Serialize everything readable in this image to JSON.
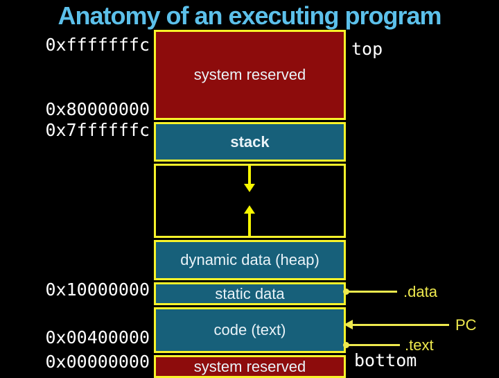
{
  "title": "Anatomy of an executing program",
  "address_labels": [
    "0xfffffffc",
    "0x80000000",
    "0x7ffffffc",
    "0x10000000",
    "0x00400000",
    "0x00000000"
  ],
  "regions": {
    "system_reserved_top": "system reserved",
    "stack": "stack",
    "heap": "dynamic data (heap)",
    "static_data": "static data",
    "code": "code (text)",
    "system_reserved_bottom": "system reserved"
  },
  "markers": {
    "top": "top",
    "bottom": "bottom",
    "data_section": ".data",
    "text_section": ".text",
    "program_counter": "PC"
  },
  "colors": {
    "background": "#000000",
    "title_text": "#5cc0ea",
    "reserved_fill": "#8d0c0c",
    "section_fill": "#17607a",
    "box_border": "#f8f32a",
    "arrow": "#f6f600",
    "annotation": "#eee94e",
    "box_label_text": "#eaf3f8",
    "address_text": "#ffffff"
  }
}
